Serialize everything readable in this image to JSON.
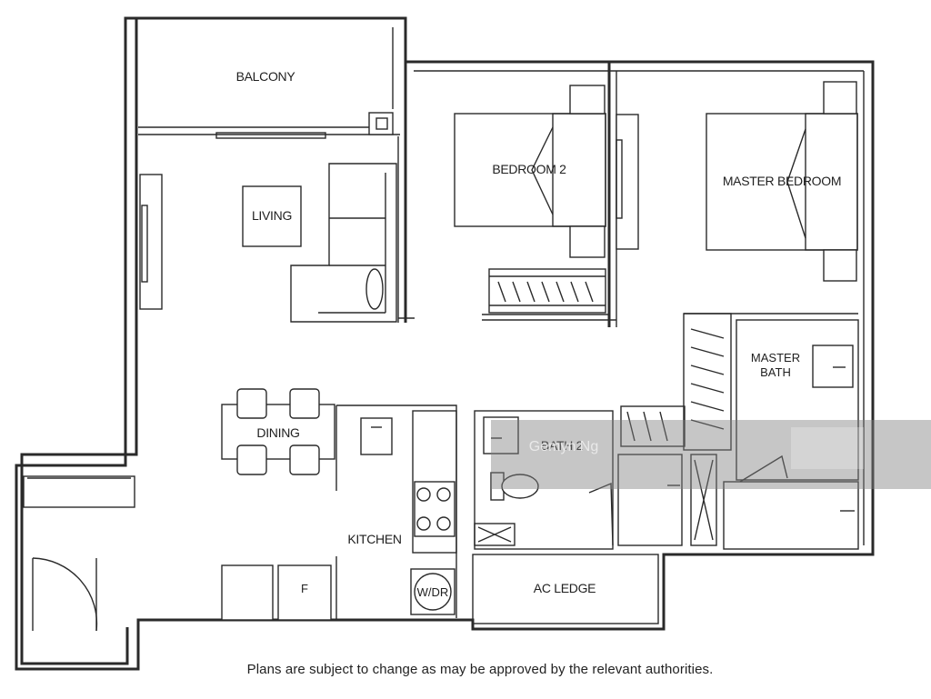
{
  "rooms": {
    "balcony": "BALCONY",
    "living": "LIVING",
    "bedroom2": "BEDROOM 2",
    "master_bedroom": "MASTER BEDROOM",
    "master_bath": "MASTER\nBATH",
    "master_bath_line1": "MASTER",
    "master_bath_line2": "BATH",
    "dining": "DINING",
    "kitchen": "KITCHEN",
    "bath2": "BATH 2",
    "ac_ledge": "AC LEDGE",
    "fridge": "F",
    "washer_dryer": "W/DR"
  },
  "watermark": "Gemyn Ng",
  "disclaimer": "Plans are subject to change as may be approved by the relevant authorities."
}
